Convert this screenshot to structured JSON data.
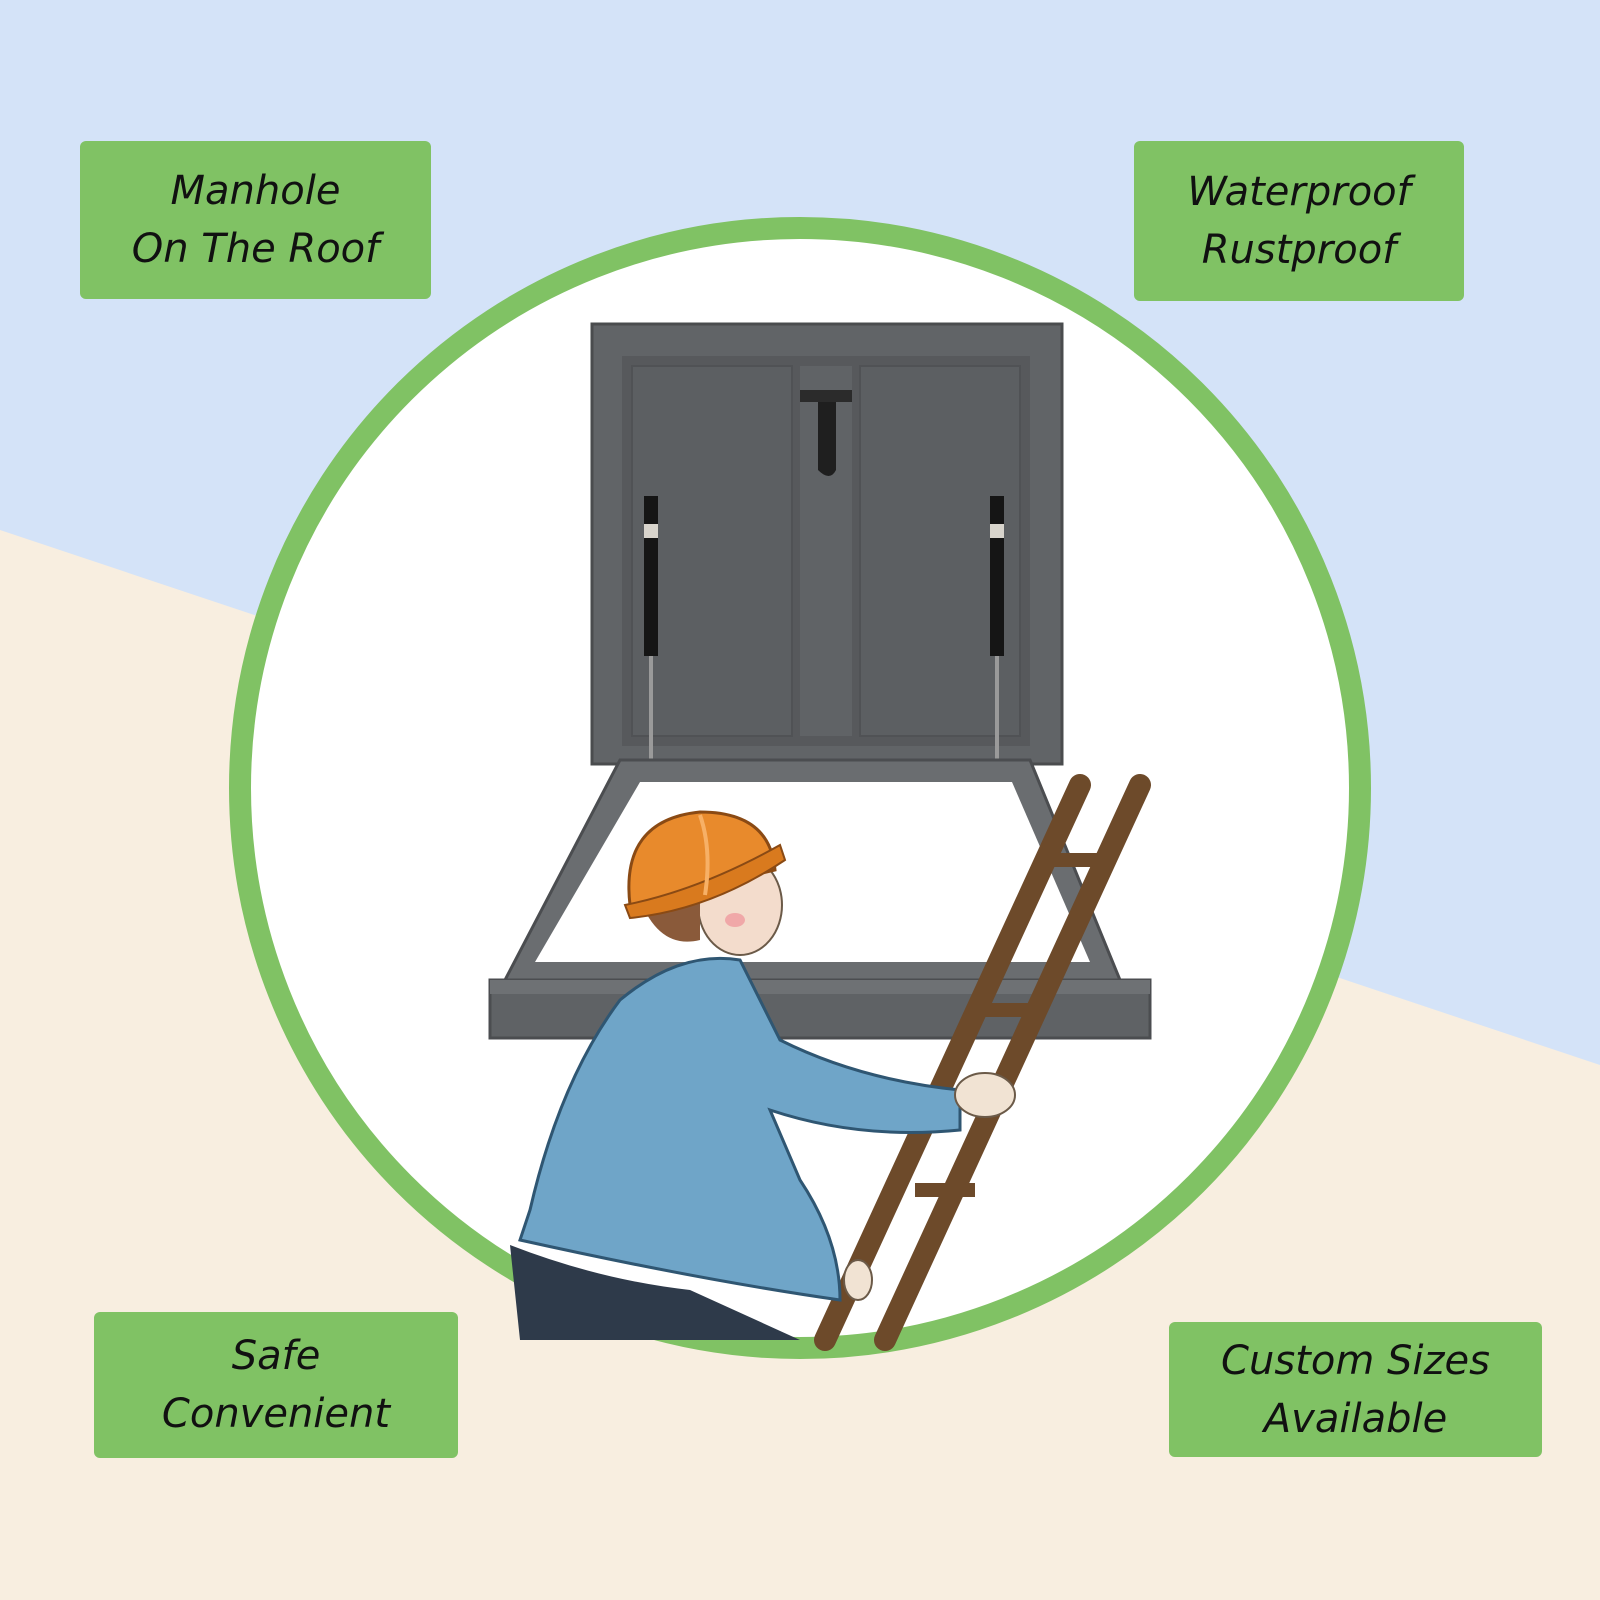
{
  "labels": {
    "top_left": {
      "line1": "Manhole",
      "line2": "On The Roof"
    },
    "top_right": {
      "line1": "Waterproof",
      "line2": "Rustproof"
    },
    "bottom_left": {
      "line1": "Safe",
      "line2": "Convenient"
    },
    "bottom_right": {
      "line1": "Custom Sizes",
      "line2": "Available"
    }
  },
  "colors": {
    "sky": "#d4e3f8",
    "sand": "#f8eee0",
    "accent_green": "#80c264",
    "hatch_gray": "#5f6265"
  }
}
